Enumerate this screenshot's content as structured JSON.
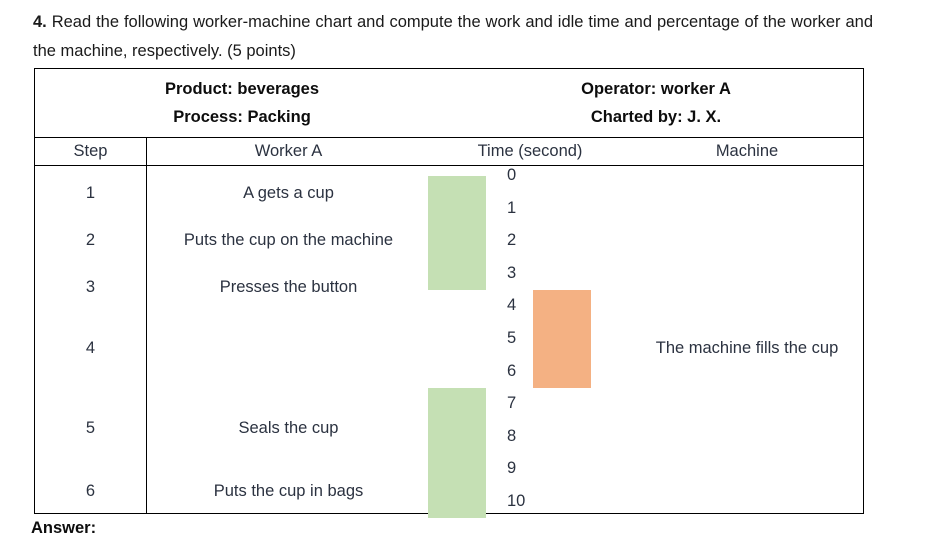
{
  "question": {
    "number": "4.",
    "text": "Read the following worker-machine chart and compute the work and idle time and percentage of the worker and the machine, respectively. (5 points)"
  },
  "table": {
    "meta": {
      "left": [
        "Product: beverages",
        "Process: Packing"
      ],
      "right": [
        "Operator: worker A",
        "Charted by: J. X."
      ]
    },
    "columns": {
      "step": "Step",
      "worker": "Worker A",
      "time": "Time (second)",
      "machine": "Machine"
    },
    "steps": [
      {
        "step": "1",
        "worker": "A gets a cup"
      },
      {
        "step": "2",
        "worker": "Puts the cup on the machine"
      },
      {
        "step": "3",
        "worker": "Presses the button"
      },
      {
        "step": "4",
        "worker": ""
      },
      {
        "step": "5",
        "worker": "Seals the cup"
      },
      {
        "step": "6",
        "worker": "Puts the cup in bags"
      }
    ],
    "machine_tasks": [
      {
        "label": "The machine fills the cup"
      }
    ]
  },
  "answer": {
    "label": "Answer:"
  },
  "colors": {
    "worker_bar": "#C5E0B4",
    "machine_bar": "#F4B183",
    "border": "#000000",
    "text": "#2b3240"
  },
  "chart_data": {
    "type": "bar",
    "title": "Worker-Machine Chart",
    "xlabel": "",
    "ylabel": "Time (second)",
    "ylim": [
      0,
      10
    ],
    "grid": false,
    "legend": "none",
    "orientation": "vertical-time-axis",
    "tick_labels": [
      "0",
      "1",
      "2",
      "3",
      "4",
      "5",
      "6",
      "7",
      "8",
      "9",
      "10"
    ],
    "series": [
      {
        "name": "Worker A",
        "color": "#C5E0B4",
        "blocks": [
          {
            "start": 0,
            "end": 3.5,
            "label": "A gets a cup / Puts the cup on the machine / Presses the button"
          },
          {
            "start": 6.5,
            "end": 10.5,
            "label": "Seals the cup / Puts the cup in bags"
          }
        ]
      },
      {
        "name": "Machine",
        "color": "#F4B183",
        "blocks": [
          {
            "start": 3.5,
            "end": 6.5,
            "label": "The machine fills the cup"
          }
        ]
      }
    ]
  }
}
